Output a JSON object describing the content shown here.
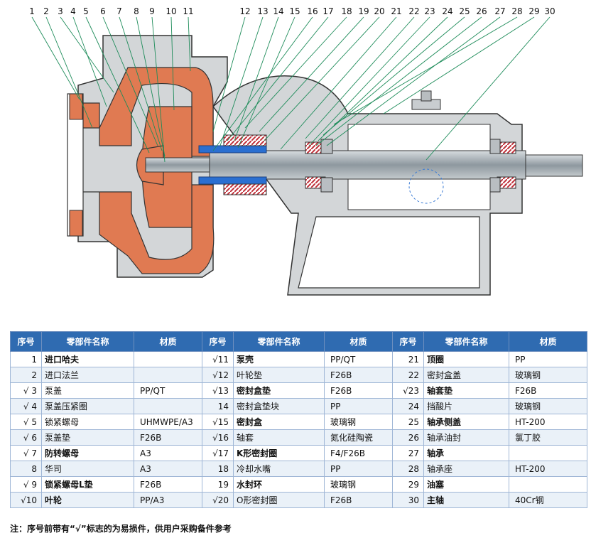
{
  "callout_numbers": [
    "1",
    "2",
    "3",
    "4",
    "5",
    "6",
    "7",
    "8",
    "9",
    "10",
    "11",
    "12",
    "13",
    "14",
    "15",
    "16",
    "17",
    "18",
    "19",
    "20",
    "21",
    "22",
    "23",
    "24",
    "25",
    "26",
    "27",
    "28",
    "29",
    "30"
  ],
  "table": {
    "headers": [
      "序号",
      "零部件名称",
      "材质",
      "序号",
      "零部件名称",
      "材质",
      "序号",
      "零部件名称",
      "材质"
    ],
    "rows": [
      [
        {
          "no": "1",
          "name": "进口哈夫",
          "mat": ""
        },
        {
          "no": "√11",
          "name": "泵壳",
          "mat": "PP/QT"
        },
        {
          "no": "21",
          "name": "顶圈",
          "mat": "PP"
        }
      ],
      [
        {
          "no": "2",
          "name": "进口法兰",
          "mat": ""
        },
        {
          "no": "√12",
          "name": "叶轮垫",
          "mat": "F26B"
        },
        {
          "no": "22",
          "name": "密封盒盖",
          "mat": "玻璃钢"
        }
      ],
      [
        {
          "no": "√ 3",
          "name": "泵盖",
          "mat": "PP/QT"
        },
        {
          "no": "√13",
          "name": "密封盒垫",
          "mat": "F26B"
        },
        {
          "no": "√23",
          "name": "轴套垫",
          "mat": "F26B"
        }
      ],
      [
        {
          "no": "√ 4",
          "name": "泵盖压紧圈",
          "mat": ""
        },
        {
          "no": "14",
          "name": "密封盒垫块",
          "mat": "PP"
        },
        {
          "no": "24",
          "name": "挡酸片",
          "mat": "玻璃钢"
        }
      ],
      [
        {
          "no": "√ 5",
          "name": "锁紧螺母",
          "mat": "UHMWPE/A3"
        },
        {
          "no": "√15",
          "name": "密封盒",
          "mat": "玻璃钢"
        },
        {
          "no": "25",
          "name": "轴承侧盖",
          "mat": "HT-200"
        }
      ],
      [
        {
          "no": "√ 6",
          "name": "泵盖垫",
          "mat": "F26B"
        },
        {
          "no": "√16",
          "name": "轴套",
          "mat": "氮化硅陶瓷"
        },
        {
          "no": "26",
          "name": "轴承油封",
          "mat": "氯丁胶"
        }
      ],
      [
        {
          "no": "√ 7",
          "name": "防转螺母",
          "mat": "A3"
        },
        {
          "no": "√17",
          "name": "K形密封圈",
          "mat": "F4/F26B"
        },
        {
          "no": "27",
          "name": "轴承",
          "mat": ""
        }
      ],
      [
        {
          "no": "8",
          "name": "华司",
          "mat": "A3"
        },
        {
          "no": "18",
          "name": "冷却水嘴",
          "mat": "PP"
        },
        {
          "no": "28",
          "name": "轴承座",
          "mat": "HT-200"
        }
      ],
      [
        {
          "no": "√ 9",
          "name": "锁紧螺母L垫",
          "mat": "F26B"
        },
        {
          "no": "19",
          "name": "水封环",
          "mat": "玻璃钢"
        },
        {
          "no": "29",
          "name": "油塞",
          "mat": ""
        }
      ],
      [
        {
          "no": "√10",
          "name": "叶轮",
          "mat": "PP/A3"
        },
        {
          "no": "√20",
          "name": "O形密封圈",
          "mat": "F26B"
        },
        {
          "no": "30",
          "name": "主轴",
          "mat": "40Cr钢"
        }
      ]
    ]
  },
  "footnote": "注：序号前带有“√”标志的为易损件，供用户采购备件参考",
  "colors": {
    "header_bg": "#2f6bb1",
    "lining": "#e07a52",
    "casing": "#cfd3d6",
    "shaft": "#9aa4ab",
    "sleeve": "#2a6fd1",
    "seal": "#c0303a",
    "leader": "#1e8c5a"
  }
}
